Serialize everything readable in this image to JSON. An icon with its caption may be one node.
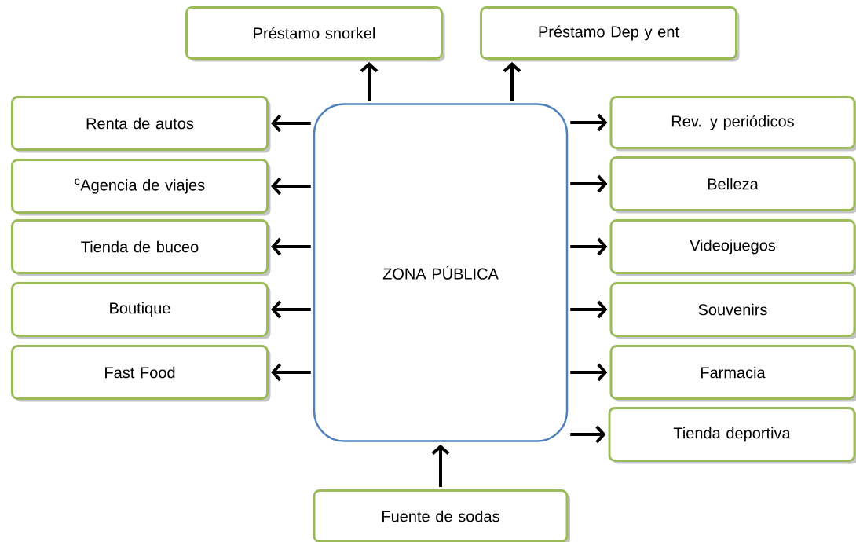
{
  "diagram": {
    "nodes": [
      {
        "text": [
          "ZONA PÚBLICA"
        ]
      },
      {
        "text": [
          "Préstamo snorkel"
        ]
      },
      {
        "text": [
          "Préstamo Dep y ent"
        ]
      },
      {
        "text": [
          "Renta de autos"
        ]
      },
      {
        "text": [
          "Rev. y periódicos"
        ]
      },
      {
        "text": [
          "$^{c}$Agencia de viajes"
        ]
      },
      {
        "text": [
          "Belleza"
        ]
      },
      {
        "text": [
          "Tienda de buceo"
        ]
      },
      {
        "text": [
          "Videojuegos"
        ]
      },
      {
        "text": [
          "Boutique"
        ]
      },
      {
        "text": [
          "Souvenirs"
        ]
      },
      {
        "text": [
          "Fast Food"
        ]
      },
      {
        "text": [
          "Farmacia"
        ]
      },
      {
        "text": [
          "Tienda deportiva"
        ]
      },
      {
        "text": [
          "Fuente de sodas"
        ]
      }
    ],
    "edges": [
      {
        "from": 0,
        "to": 1,
        "arrow": "to"
      },
      {
        "from": 0,
        "to": 2,
        "arrow": "to"
      },
      {
        "from": 0,
        "to": 3,
        "arrow": "to"
      },
      {
        "from": 0,
        "to": 4,
        "arrow": "to"
      },
      {
        "from": 0,
        "to": 5,
        "arrow": "to"
      },
      {
        "from": 0,
        "to": 6,
        "arrow": "to"
      },
      {
        "from": 0,
        "to": 7,
        "arrow": "to"
      },
      {
        "from": 0,
        "to": 8,
        "arrow": "to"
      },
      {
        "from": 0,
        "to": 9,
        "arrow": "to"
      },
      {
        "from": 0,
        "to": 10,
        "arrow": "to"
      },
      {
        "from": 0,
        "to": 11,
        "arrow": "to"
      },
      {
        "from": 0,
        "to": 12,
        "arrow": "to"
      },
      {
        "from": 0,
        "to": 13,
        "arrow": "to"
      },
      {
        "from": 14,
        "to": 0,
        "arrow": "to"
      }
    ]
  }
}
